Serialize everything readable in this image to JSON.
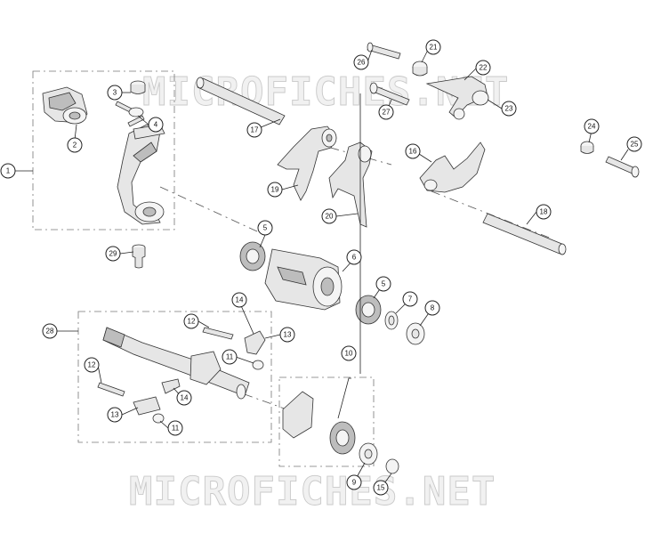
{
  "watermarks": [
    "MICROFICHES.NET",
    "MICROFICHES.NET"
  ],
  "callouts": {
    "c1": "1",
    "c2": "2",
    "c3": "3",
    "c4": "4",
    "c5a": "5",
    "c5b": "5",
    "c6": "6",
    "c7": "7",
    "c8": "8",
    "c9": "9",
    "c10": "10",
    "c11a": "11",
    "c11b": "11",
    "c12a": "12",
    "c12b": "12",
    "c13a": "13",
    "c13b": "13",
    "c14a": "14",
    "c14b": "14",
    "c15": "15",
    "c16": "16",
    "c17": "17",
    "c18": "18",
    "c19": "19",
    "c20": "20",
    "c21": "21",
    "c22": "22",
    "c23": "23",
    "c24": "24",
    "c25": "25",
    "c26": "26",
    "c27": "27",
    "c28": "28",
    "c29": "29"
  }
}
